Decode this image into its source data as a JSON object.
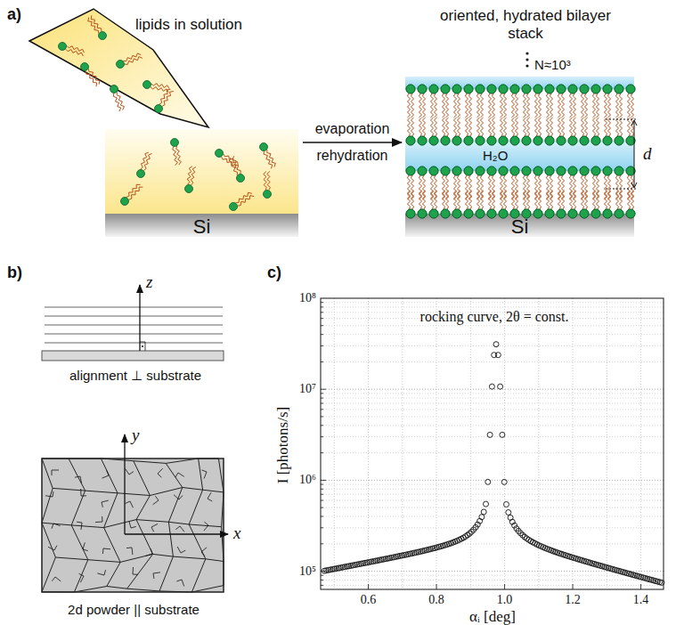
{
  "diagram": {
    "nodes": [
      {
        "text": [
          "Si"
        ]
      },
      {
        "text": [
          "Si"
        ]
      }
    ],
    "edges": [
      {
        "from": 0,
        "to": 1,
        "label": "evaporation rehydration",
        "arrow": "to"
      }
    ],
    "labels": [
      "a)",
      "lipids in solution",
      "oriented, hydrated bilayer stack",
      "N≈10³",
      "H₂O",
      "d",
      "b)",
      "z",
      "alignment ⊥ substrate",
      "y",
      "x",
      "2d powder || substrate",
      "c)",
      "rocking curve, 2θ = const.",
      "10⁸",
      "10⁷",
      "10⁶",
      "10⁵",
      "0.6",
      "0.8",
      "1.0",
      "1.2",
      "1.4",
      "I [photons/s]",
      "αᵢ [deg]"
    ]
  }
}
